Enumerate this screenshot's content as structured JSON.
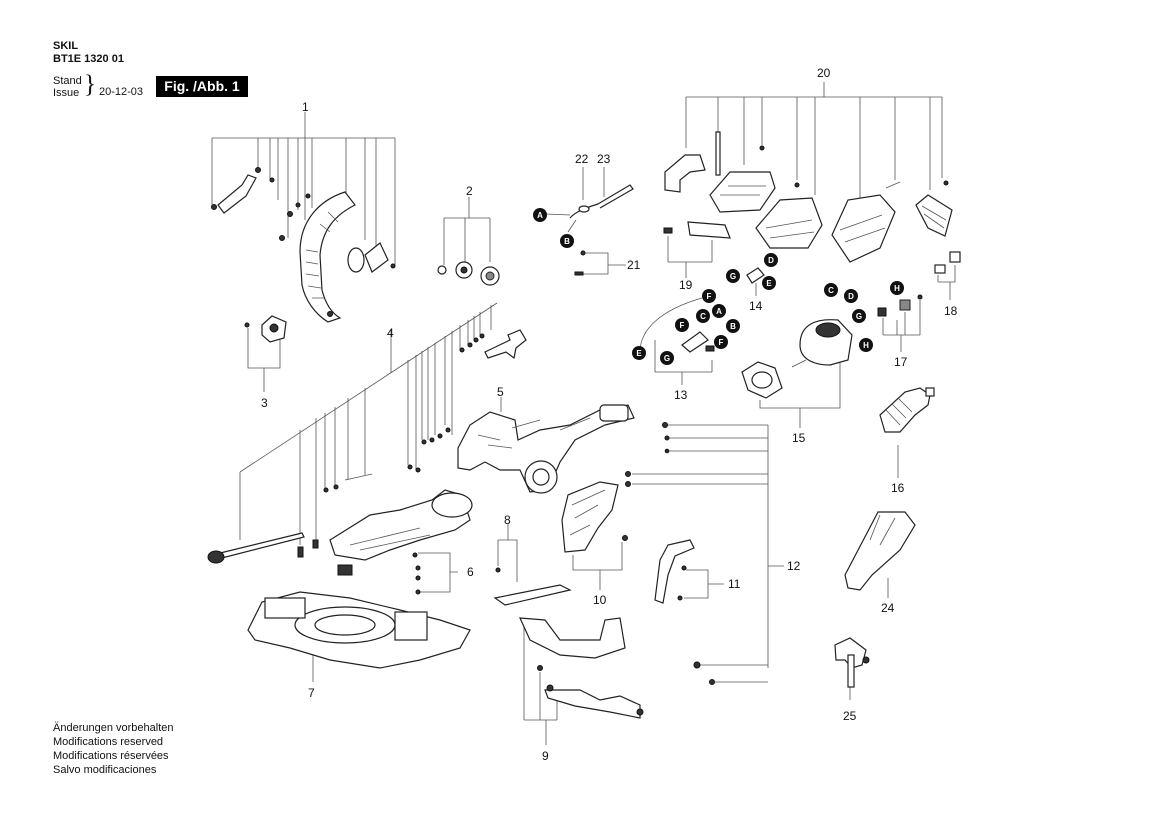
{
  "header": {
    "brand": "SKIL",
    "model": "BT1E 1320 01",
    "stand_label": "Stand",
    "issue_label": "Issue",
    "date": "20-12-03",
    "figure": "Fig. /Abb. 1"
  },
  "footer": {
    "lines": [
      "Änderungen vorbehalten",
      "Modifications reserved",
      "Modifications réservées",
      "Salvo modificaciones"
    ]
  },
  "callouts": [
    "1",
    "2",
    "3",
    "4",
    "5",
    "6",
    "7",
    "8",
    "9",
    "10",
    "11",
    "12",
    "13",
    "14",
    "15",
    "16",
    "17",
    "18",
    "19",
    "20",
    "21",
    "22",
    "23",
    "24",
    "25"
  ],
  "connectors": [
    "A",
    "B",
    "C",
    "D",
    "E",
    "F",
    "G",
    "H"
  ]
}
